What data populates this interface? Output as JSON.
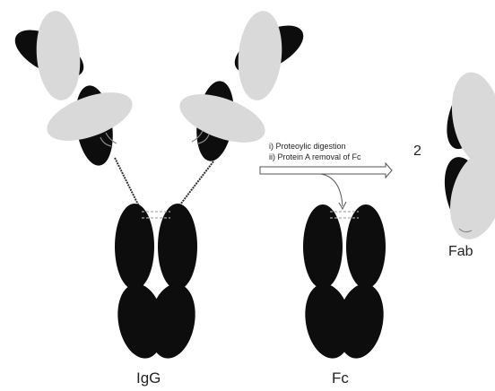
{
  "diagram": {
    "labels": {
      "igg": "IgG",
      "fc": "Fc",
      "fab": "Fab",
      "multiplier": "2"
    },
    "process_steps": [
      "i) Proteoylic digestion",
      "ii) Protein A removal of Fc"
    ],
    "colors": {
      "heavy_chain": "#0d0d0d",
      "light_chain": "#d9d9d9",
      "disulfide": "#888888",
      "arrow": "#555555"
    }
  }
}
